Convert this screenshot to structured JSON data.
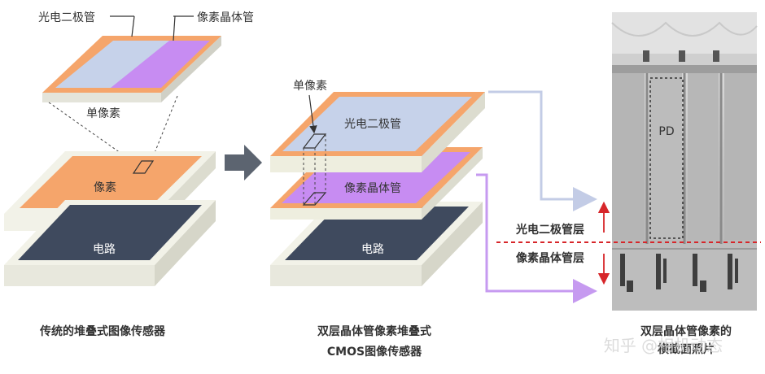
{
  "left": {
    "callout_photodiode": "光电二极管",
    "callout_pixel_transistor": "像素晶体管",
    "single_pixel": "单像素",
    "layer_pixel": "像素",
    "layer_circuit": "电路",
    "caption": "传统的堆叠式图像传感器"
  },
  "middle": {
    "callout_single_pixel": "单像素",
    "layer_photodiode": "光电二极管",
    "layer_pixel_transistor": "像素晶体管",
    "layer_circuit": "电路",
    "caption_line1": "双层晶体管像素堆叠式",
    "caption_line2": "CMOS图像传感器"
  },
  "right": {
    "pd_label": "PD",
    "photodiode_layer": "光电二极管层",
    "pixel_transistor_layer": "像素晶体管层",
    "caption_line1": "双层晶体管像素的",
    "caption_line2": "横截面照片"
  },
  "watermark": "知乎 @相机动态",
  "colors": {
    "photodiode_fill": "#c6d2ea",
    "transistor_fill": "#c78cf2",
    "pixel_fill": "#f5a56b",
    "circuit_fill": "#3f4a5e",
    "frame_fill": "#f2f2e8",
    "divider_red": "#d7262a",
    "arrow_blue": "#c3cce6",
    "arrow_purple": "#c69af0"
  }
}
